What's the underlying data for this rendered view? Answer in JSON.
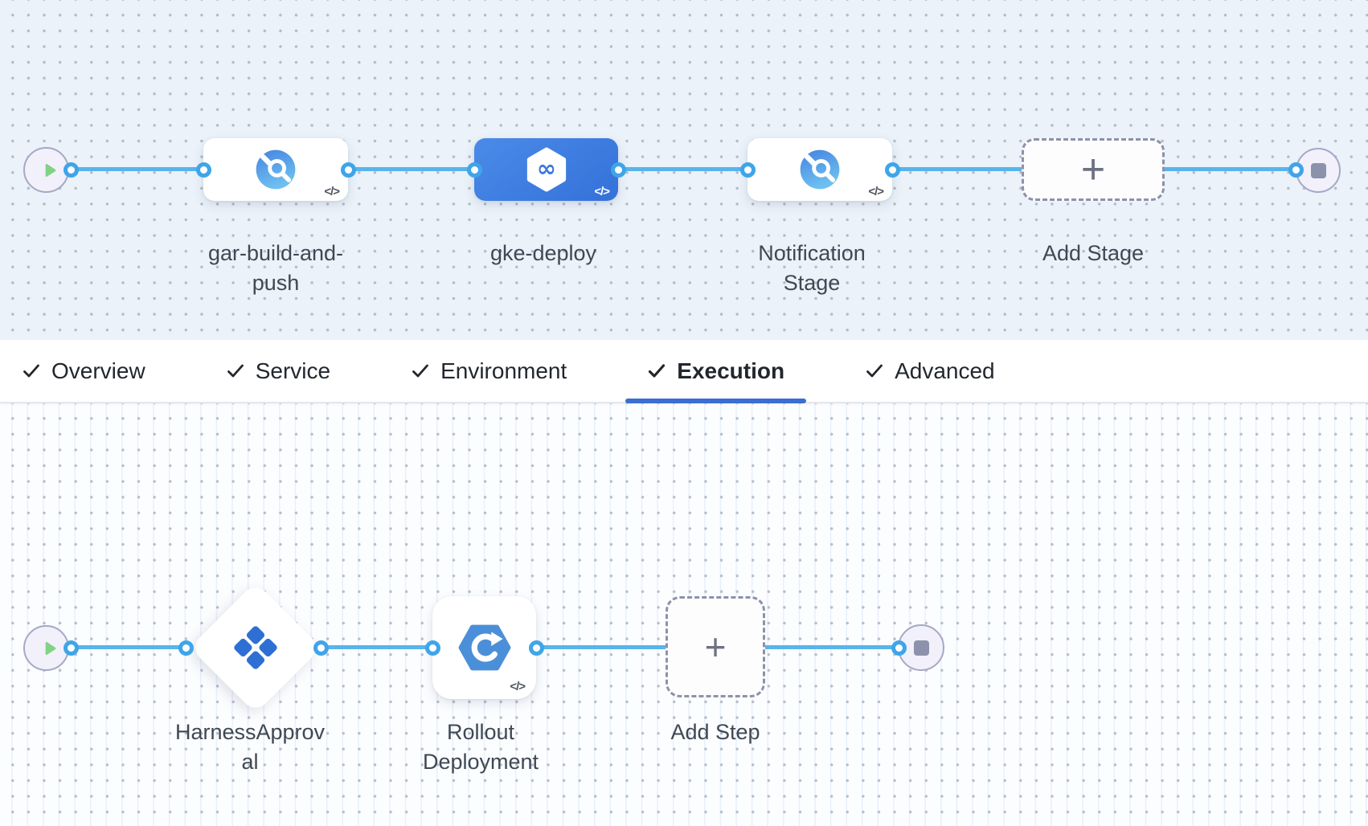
{
  "colors": {
    "edge": "#58b4eb",
    "port_border": "#3fa5e9",
    "selected_stage": "#3b7cdf",
    "tab_underline": "#3b6ed1",
    "play_triangle": "#7fd385",
    "stop_square": "#8d92ac",
    "approval_icon": "#2e6fd3",
    "rollout_icon": "#4b8fd9",
    "canvas_top_bg": "#ebf2f9",
    "canvas_bottom_bg": "#fcfdff"
  },
  "stage_flow": {
    "stages": [
      {
        "label": "gar-build-and-push",
        "icon": "artifact-registry-icon",
        "selected": false,
        "code_badge": "</>"
      },
      {
        "label": "gke-deploy",
        "icon": "harness-pipeline-icon",
        "selected": true,
        "code_badge": "</>"
      },
      {
        "label": "Notification Stage",
        "icon": "custom-stage-icon",
        "selected": false,
        "code_badge": "</>"
      }
    ],
    "add_stage": {
      "label": "Add Stage",
      "plus": "+"
    }
  },
  "tabs": [
    {
      "label": "Overview",
      "checked": true,
      "active": false
    },
    {
      "label": "Service",
      "checked": true,
      "active": false
    },
    {
      "label": "Environment",
      "checked": true,
      "active": false
    },
    {
      "label": "Execution",
      "checked": true,
      "active": true
    },
    {
      "label": "Advanced",
      "checked": true,
      "active": false
    }
  ],
  "step_flow": {
    "steps": [
      {
        "label": "HarnessApproval",
        "icon": "approval-icon"
      },
      {
        "label": "Rollout Deployment",
        "icon": "rollout-deployment-icon",
        "code_badge": "</>"
      }
    ],
    "add_step": {
      "label": "Add Step",
      "plus": "+"
    }
  }
}
